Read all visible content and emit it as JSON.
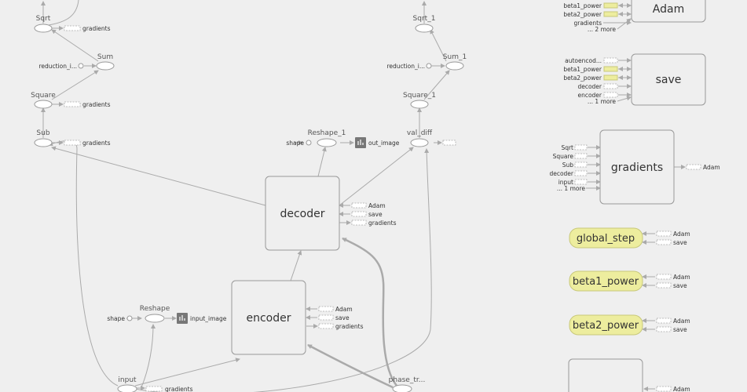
{
  "nodes": {
    "sqrt": "Sqrt",
    "sum": "Sum",
    "reduction_i": "reduction_i...",
    "square": "Square",
    "sub": "Sub",
    "sqrt_1": "Sqrt_1",
    "sum_1": "Sum_1",
    "reduction_i_1": "reduction_i...",
    "square_1": "Square_1",
    "val_diff": "val_diff",
    "reshape_1": "Reshape_1",
    "reshape": "Reshape",
    "shape_a": "shape",
    "shape_b": "shape",
    "out_image": "out_image",
    "input_image": "input_image",
    "input": "input",
    "phase_tr": "phase_tr...",
    "decoder": "decoder",
    "encoder": "encoder",
    "adam": "Adam",
    "save": "save",
    "gradients": "gradients",
    "global_step": "global_step",
    "beta1_power": "beta1_power",
    "beta2_power": "beta2_power"
  },
  "aux": {
    "gradients": "gradients",
    "adam": "Adam",
    "save": "save",
    "more_1": "... 1 more",
    "more_2": "... 2 more",
    "autoencod": "autoencod...",
    "beta1_power": "beta1_power",
    "beta2_power": "beta2_power",
    "decoder": "decoder",
    "encoder": "encoder",
    "sqrt": "Sqrt",
    "square": "Square",
    "sub": "Sub",
    "input": "input"
  }
}
